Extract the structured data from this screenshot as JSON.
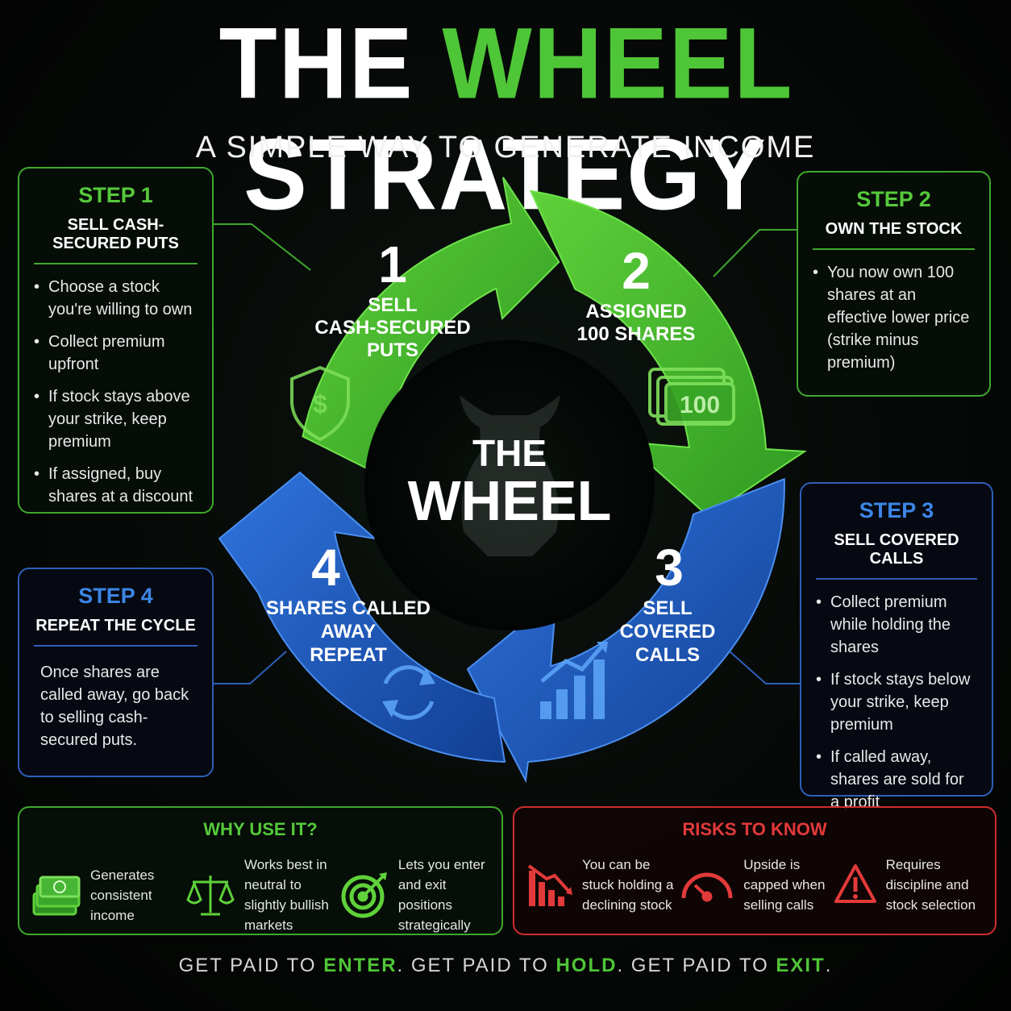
{
  "title": {
    "part1": "THE",
    "part2": "WHEEL",
    "part3": "STRATEGY"
  },
  "subtitle": "A SIMPLE WAY TO GENERATE INCOME",
  "colors": {
    "green": "#4fc637",
    "blue": "#2f6fd8",
    "red": "#e23a3a"
  },
  "wheel": {
    "center": {
      "line1": "THE",
      "line2": "WHEEL",
      "icon": "bull-icon"
    },
    "segments": [
      {
        "number": "1",
        "lines": [
          "SELL",
          "CASH-SECURED",
          "PUTS"
        ],
        "icon": "shield-dollar-icon"
      },
      {
        "number": "2",
        "lines": [
          "ASSIGNED",
          "100 SHARES"
        ],
        "icon": "cash-stack-icon",
        "icon_text": "100"
      },
      {
        "number": "3",
        "lines": [
          "SELL",
          "COVERED",
          "CALLS"
        ],
        "icon": "growth-chart-icon"
      },
      {
        "number": "4",
        "lines": [
          "SHARES CALLED",
          "AWAY",
          "REPEAT"
        ],
        "icon": "refresh-icon"
      }
    ]
  },
  "cards": {
    "step1": {
      "step": "STEP 1",
      "title": "SELL CASH-SECURED PUTS",
      "bullets": [
        "Choose a stock you're willing to own",
        "Collect premium upfront",
        "If stock stays above your strike, keep premium",
        "If assigned, buy shares at a discount"
      ]
    },
    "step2": {
      "step": "STEP 2",
      "title": "OWN THE STOCK",
      "bullets": [
        "You now own 100 shares at an effective lower price (strike minus premium)"
      ]
    },
    "step3": {
      "step": "STEP 3",
      "title": "SELL COVERED CALLS",
      "bullets": [
        "Collect premium while holding the shares",
        "If stock stays below your strike, keep premium",
        "If called away, shares are sold for a profit"
      ]
    },
    "step4": {
      "step": "STEP 4",
      "title": "REPEAT THE CYCLE",
      "text": "Once shares are called away, go back to selling cash-secured puts."
    }
  },
  "why": {
    "title": "WHY USE IT?",
    "items": [
      {
        "text": "Generates consistent income",
        "icon": "money-stack-icon"
      },
      {
        "text": "Works best in neutral to slightly bullish markets",
        "icon": "balance-scale-icon"
      },
      {
        "text": "Lets you enter and exit positions strategically",
        "icon": "target-icon"
      }
    ]
  },
  "risks": {
    "title": "RISKS TO KNOW",
    "items": [
      {
        "text": "You can be stuck holding a declining stock",
        "icon": "declining-chart-icon"
      },
      {
        "text": "Upside is capped when selling calls",
        "icon": "gauge-icon"
      },
      {
        "text": "Requires discipline and stock selection",
        "icon": "warning-icon"
      }
    ]
  },
  "footer": {
    "p1": "GET PAID TO ",
    "w1": "ENTER",
    "p2": ". GET PAID TO ",
    "w2": "HOLD",
    "p3": ". GET PAID TO ",
    "w3": "EXIT",
    "p4": "."
  }
}
